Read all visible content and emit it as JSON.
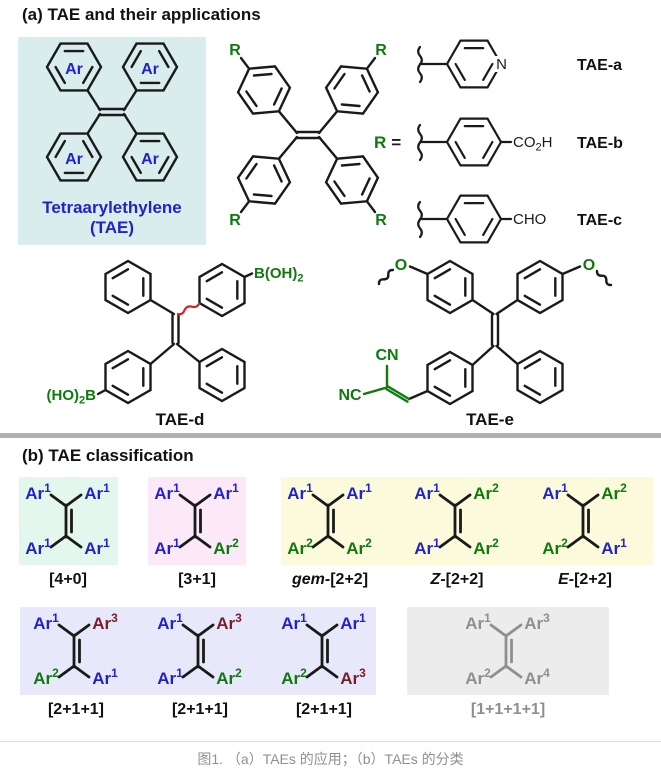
{
  "colors": {
    "blue": "#2222cc",
    "green": "#0e7a0e",
    "maroon": "#78202a",
    "gray": "#8f8f8f",
    "red": "#e02020",
    "black": "#1a1a1a",
    "box_cyan": "#d9edec",
    "box_mint": "#e4f7ec",
    "box_pink": "#fce9f7",
    "box_yellow": "#fbfbdb",
    "box_lavender": "#e8e8fb",
    "box_gray": "#ececec",
    "divider": "#b0b0b0",
    "caption_gray": "#909090"
  },
  "panel_a": {
    "title": "(a) TAE and their applications",
    "tae": {
      "ar": "Ar",
      "name1": "Tetraarylethylene",
      "name2": "(TAE)"
    },
    "tpe": {
      "r": "R",
      "eq": "="
    },
    "r_defs": [
      {
        "sub": "N",
        "name": "TAE-a"
      },
      {
        "sub": "CO₂H",
        "name": "TAE-b"
      },
      {
        "sub": "CHO",
        "name": "TAE-c"
      }
    ],
    "tae_d": {
      "b_top": "B(OH)₂",
      "b_bottom": "(HO)₂B",
      "name": "TAE-d"
    },
    "tae_e": {
      "o_left": "O",
      "o_right": "O",
      "cn": "CN",
      "nc": "NC",
      "name": "TAE-e"
    }
  },
  "panel_b": {
    "title": "(b) TAE classification",
    "tiles": [
      {
        "pre": "",
        "label": "[4+0]",
        "tl": "Ar¹",
        "tr": "Ar¹",
        "bl": "Ar¹",
        "br": "Ar¹",
        "c": [
          "blue",
          "blue",
          "blue",
          "blue"
        ],
        "stroke": "black",
        "label_color": "black"
      },
      {
        "pre": "",
        "label": "[3+1]",
        "tl": "Ar¹",
        "tr": "Ar¹",
        "bl": "Ar¹",
        "br": "Ar²",
        "c": [
          "blue",
          "blue",
          "blue",
          "green"
        ],
        "stroke": "black",
        "label_color": "black"
      },
      {
        "pre": "gem-",
        "label": "[2+2]",
        "tl": "Ar¹",
        "tr": "Ar¹",
        "bl": "Ar²",
        "br": "Ar²",
        "c": [
          "blue",
          "blue",
          "green",
          "green"
        ],
        "stroke": "black",
        "label_color": "black"
      },
      {
        "pre": "Z-",
        "label": "[2+2]",
        "tl": "Ar¹",
        "tr": "Ar²",
        "bl": "Ar¹",
        "br": "Ar²",
        "c": [
          "blue",
          "green",
          "blue",
          "green"
        ],
        "stroke": "black",
        "label_color": "black"
      },
      {
        "pre": "E-",
        "label": "[2+2]",
        "tl": "Ar¹",
        "tr": "Ar²",
        "bl": "Ar²",
        "br": "Ar¹",
        "c": [
          "blue",
          "green",
          "green",
          "blue"
        ],
        "stroke": "black",
        "label_color": "black"
      },
      {
        "pre": "",
        "label": "[2+1+1]",
        "tl": "Ar¹",
        "tr": "Ar³",
        "bl": "Ar²",
        "br": "Ar¹",
        "c": [
          "blue",
          "maroon",
          "green",
          "blue"
        ],
        "stroke": "black",
        "label_color": "black"
      },
      {
        "pre": "",
        "label": "[2+1+1]",
        "tl": "Ar¹",
        "tr": "Ar³",
        "bl": "Ar¹",
        "br": "Ar²",
        "c": [
          "blue",
          "maroon",
          "blue",
          "green"
        ],
        "stroke": "black",
        "label_color": "black"
      },
      {
        "pre": "",
        "label": "[2+1+1]",
        "tl": "Ar¹",
        "tr": "Ar¹",
        "bl": "Ar²",
        "br": "Ar³",
        "c": [
          "blue",
          "blue",
          "green",
          "maroon"
        ],
        "stroke": "black",
        "label_color": "black"
      },
      {
        "pre": "",
        "label": "[1+1+1+1]",
        "tl": "Ar¹",
        "tr": "Ar³",
        "bl": "Ar²",
        "br": "Ar⁴",
        "c": [
          "gray",
          "gray",
          "gray",
          "gray"
        ],
        "stroke": "gray",
        "label_color": "gray"
      }
    ]
  },
  "caption": "图1. （a）TAEs 的应用；（b）TAEs 的分类"
}
